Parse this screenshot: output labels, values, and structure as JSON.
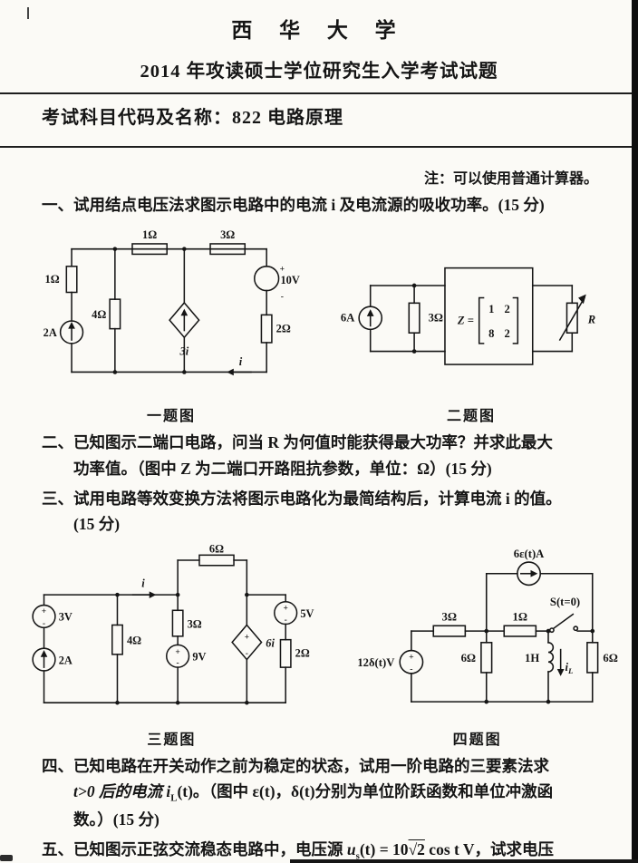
{
  "style": {
    "paper": "#fbfaf6",
    "ink": "#151515"
  },
  "header": {
    "university": "西 华 大 学",
    "exam_title": "2014 年攻读硕士学位研究生入学考试试题",
    "subject": "考试科目代码及名称：822 电路原理",
    "note": "注：可以使用普通计算器。"
  },
  "q1": {
    "number": "一、",
    "text": "试用结点电压法求图示电路中的电流 i 及电流源的吸收功率。(15 分)"
  },
  "q2": {
    "number": "二、",
    "line1": "已知图示二端口电路，问当 R 为何值时能获得最大功率？并求此最大",
    "line2": "功率值。（图中 Z 为二端口开路阻抗参数，单位：Ω）(15 分)"
  },
  "q3": {
    "number": "三、",
    "line1": "试用电路等效变换方法将图示电路化为最简结构后，计算电流 i 的值。",
    "line2": "(15 分)"
  },
  "q4": {
    "number": "四、",
    "line1": "已知电路在开关动作之前为稳定的状态，试用一阶电路的三要素法求",
    "line2_pre": "t>0 后的电流 ",
    "line2_i": "i",
    "line2_sub": "L",
    "line2_post": "(t)。（图中 ε(t)，δ(t)分别为单位阶跃函数和单位冲激函",
    "line3": "数。）(15 分)"
  },
  "q5": {
    "number": "五、",
    "pre": "已知图示正弦交流稳态电路中，电压源 ",
    "u": "u",
    "u_sub": "s",
    "mid": "(t) = 10",
    "sqrt2": "√2",
    "post": " cos t V，试求电压"
  },
  "fig1": {
    "caption": "一题图",
    "labels": {
      "r_left": "1Ω",
      "src_left": "2A",
      "r_mid": "4Ω",
      "r_top1": "1Ω",
      "r_top2": "3Ω",
      "dep": "3i",
      "plus": "+",
      "minus": "-",
      "v_right": "10V",
      "r_right": "2Ω",
      "current": "i"
    }
  },
  "fig2": {
    "caption": "二题图",
    "labels": {
      "src": "6A",
      "r1": "3Ω",
      "z_eq": "Z =",
      "z11": "1",
      "z12": "2",
      "z21": "8",
      "z22": "2",
      "r_load": "R"
    }
  },
  "fig3": {
    "caption": "三题图",
    "labels": {
      "v1": "3V",
      "i1": "2A",
      "r1": "4Ω",
      "current": "i",
      "r_top": "6Ω",
      "r2": "3Ω",
      "v2": "9V",
      "dep": "6i",
      "v3": "5V",
      "r3": "2Ω",
      "plus": "+",
      "minus": "-"
    }
  },
  "fig4": {
    "caption": "四题图",
    "labels": {
      "i_src": "6ε(t)A",
      "r1": "3Ω",
      "r2": "1Ω",
      "switch": "S(t=0)",
      "v_src": "12δ(t)V",
      "r3": "6Ω",
      "l": "1H",
      "r4": "6Ω",
      "il_i": "i",
      "il_sub": "L",
      "plus": "+",
      "minus": "-"
    }
  }
}
